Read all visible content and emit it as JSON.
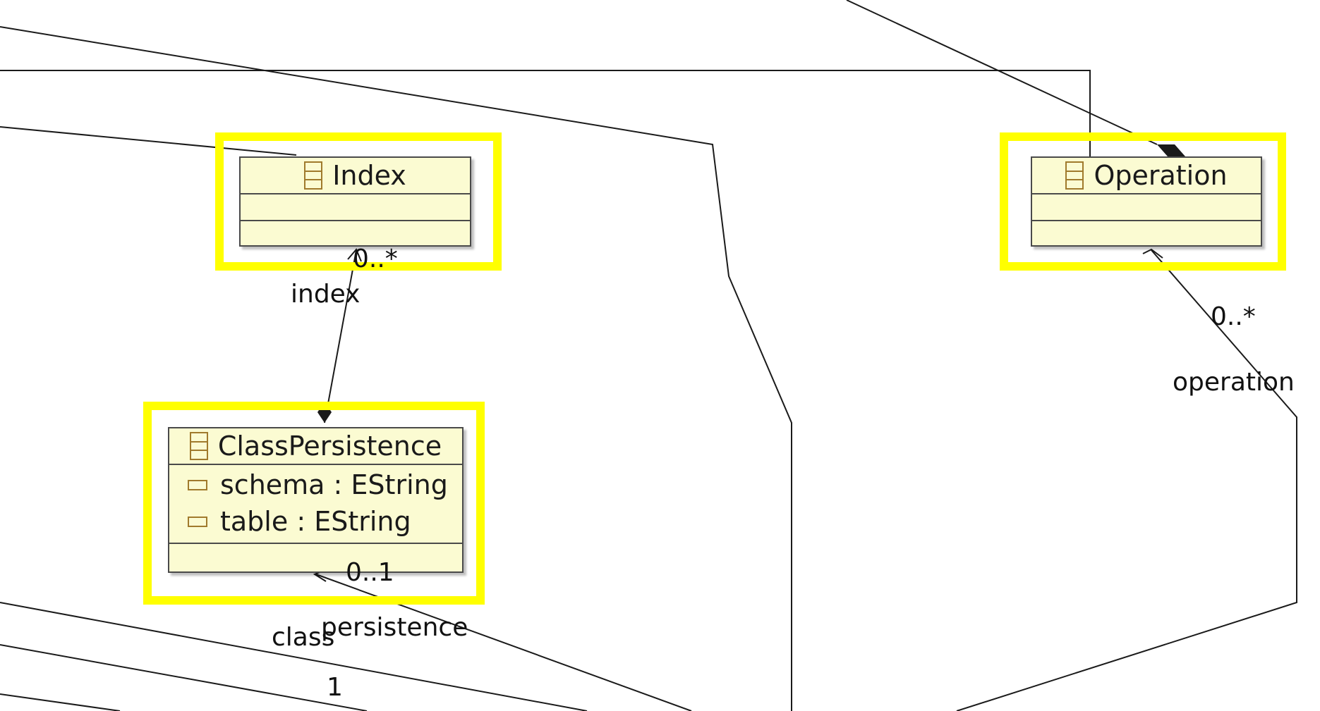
{
  "diagram": {
    "classes": {
      "index": {
        "name": "Index",
        "attributes": []
      },
      "operation": {
        "name": "Operation",
        "attributes": []
      },
      "class_persistence": {
        "name": "ClassPersistence",
        "attributes": [
          {
            "name": "schema",
            "type": "EString",
            "text": "schema : EString"
          },
          {
            "name": "table",
            "type": "EString",
            "text": "table : EString"
          }
        ]
      }
    },
    "edge_labels": {
      "index_role": "index",
      "index_multiplicity": "0..*",
      "operation_role": "operation",
      "operation_multiplicity": "0..*",
      "persistence_role": "persistence",
      "persistence_multiplicity": "0..1",
      "class_role": "class",
      "class_multiplicity": "1"
    }
  },
  "colors": {
    "highlight": "#ffff00",
    "class_fill": "#fbfbd2",
    "class_border": "#4a4a4a",
    "icon": "#a07a2c",
    "line": "#1a1a1a"
  },
  "icons": {
    "class_icon": "eclass-icon",
    "attribute_icon": "eattribute-icon"
  }
}
